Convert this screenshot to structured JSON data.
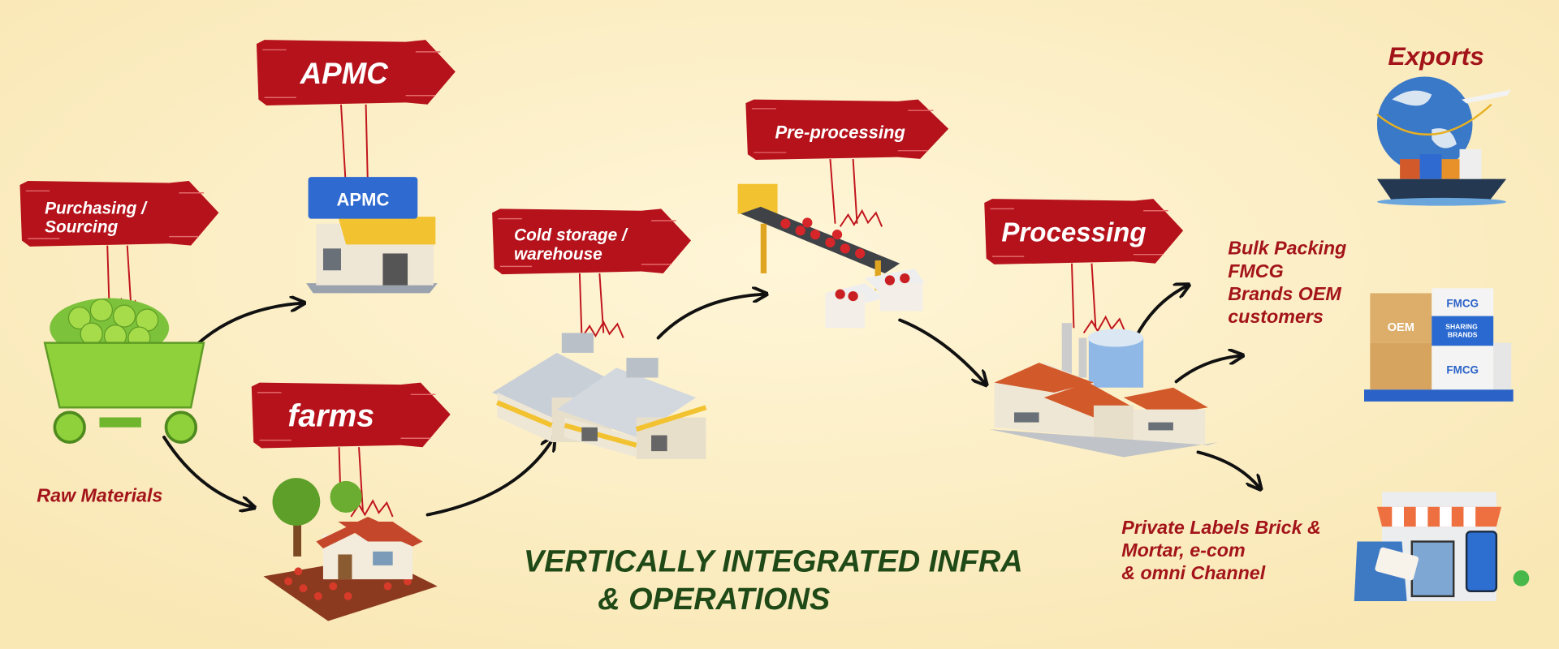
{
  "signs": {
    "apmc": "APMC",
    "purchasing": [
      "Purchasing /",
      "Sourcing"
    ],
    "farms": "farms",
    "cold_storage": [
      "Cold storage /",
      "warehouse"
    ],
    "pre_processing": "Pre-processing",
    "processing": "Processing"
  },
  "labels": {
    "raw_materials": "Raw Materials",
    "exports": "Exports",
    "bulk": [
      "Bulk Packing",
      "FMCG",
      "Brands OEM",
      "customers"
    ],
    "private": [
      "Private Labels Brick &",
      "Mortar, e-com",
      "& omni Channel"
    ]
  },
  "icon_text": {
    "apmc_building": "APMC",
    "box_oem": "OEM",
    "box_fmcg_top": "FMCG",
    "box_sharing": [
      "SHARING",
      "BRANDS"
    ],
    "box_fmcg_bottom": "FMCG"
  },
  "title": [
    "VERTICALLY INTEGRATED INFRA",
    "& OPERATIONS"
  ],
  "colors": {
    "sign_red": "#b5121b",
    "label_red": "#a3141a",
    "title_green": "#1f4a17",
    "background": "#fbefc6"
  }
}
